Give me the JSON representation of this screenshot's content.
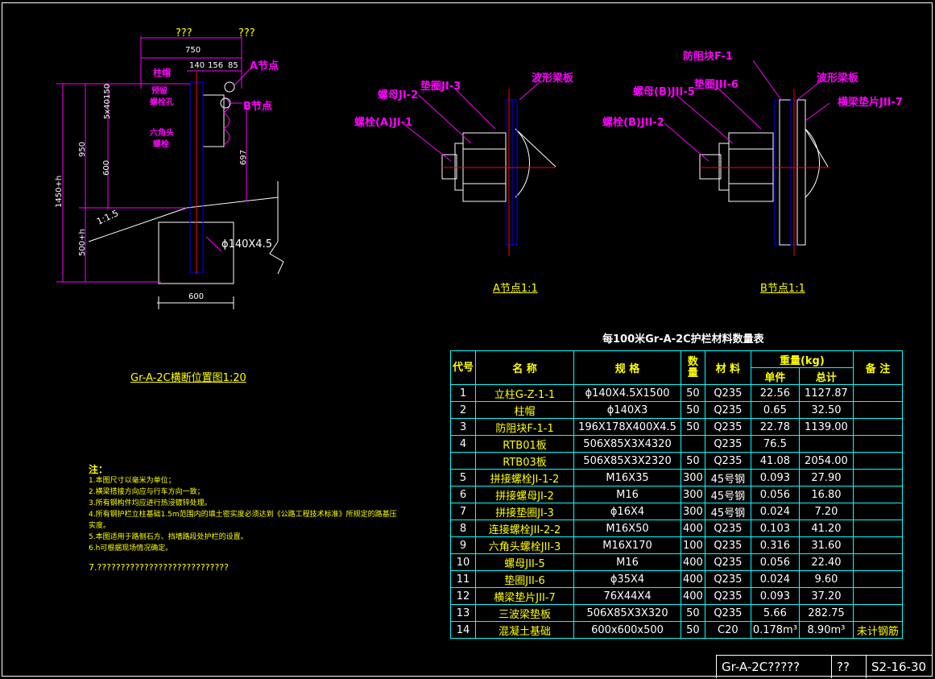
{
  "colors": {
    "background": "#000000",
    "outline": "#ffffff",
    "dimension": "#ff00ff",
    "annotation": "#ffff00",
    "table_border": "#00ffff",
    "centerline": "#ff0000",
    "post": "#0000ff"
  },
  "section": {
    "top_labels": [
      "???",
      "???"
    ],
    "dims": {
      "d750": "750",
      "d140": "140",
      "d156": "156",
      "d85": "85",
      "d5x40": "5x40150",
      "d950": "950",
      "d600v": "600",
      "d697": "697",
      "d1450": "1450+h",
      "d500": "500+h",
      "d600h": "600",
      "slope": "1:1.5",
      "pipe": "ϕ140X4.5"
    },
    "callouts": {
      "cap": "柱帽",
      "hole1": "预留",
      "hole2": "螺栓孔",
      "hex1": "六角头",
      "hex2": "螺栓",
      "nodeA": "A节点",
      "nodeB": "B节点"
    },
    "title": "Gr-A-2C横断位置图1:20"
  },
  "detailA": {
    "labels": {
      "washer": "垫圈JI-3",
      "nut": "螺母JI-2",
      "wave": "波形梁板",
      "bolt": "螺栓(A)JI-1"
    },
    "title": "A节点1:1"
  },
  "detailB": {
    "labels": {
      "block": "防阻块F-1",
      "washer": "垫圈JII-6",
      "nut": "螺母(B)JII-5",
      "wave": "波形梁板",
      "pad": "横梁垫片JII-7",
      "bolt": "螺栓(B)JII-2"
    },
    "title": "B节点1:1"
  },
  "notes": {
    "head": "注：",
    "lines": [
      "1.本图尺寸以毫米为单位；",
      "2.横梁搭接方向应与行车方向一致；",
      "3.所有钢构件均应进行热浸镀锌处理。",
      "4.所有钢护栏立柱基础1.5m范围内的填土密实度必须达到《公路工程技术标准》所规定的路基压",
      "实度。",
      "5.本图适用于路侧石方、挡墙路段处护栏的设置。",
      "6.h可根据现场情况确定。",
      "",
      "7.????????????????????????????"
    ]
  },
  "table": {
    "title": "每100米Gr-A-2C护栏材料数量表",
    "headers": {
      "code": "代号",
      "name": "名 称",
      "spec": "规 格",
      "qty": "数量",
      "material": "材 料",
      "weight": "重量(kg)",
      "unit": "单件",
      "total": "总计",
      "remark": "备 注"
    },
    "rows": [
      {
        "code": "1",
        "name": "立柱G-Z-1-1",
        "spec": "ϕ140X4.5X1500",
        "qty": "50",
        "material": "Q235",
        "unit": "22.56",
        "total": "1127.87",
        "remark": ""
      },
      {
        "code": "2",
        "name": "柱帽",
        "spec": "ϕ140X3",
        "qty": "50",
        "material": "Q235",
        "unit": "0.65",
        "total": "32.50",
        "remark": ""
      },
      {
        "code": "3",
        "name": "防阻块F-1-1",
        "spec": "196X178X400X4.5",
        "qty": "50",
        "material": "Q235",
        "unit": "22.78",
        "total": "1139.00",
        "remark": ""
      },
      {
        "code": "4",
        "name": "RTB01板",
        "spec": "506X85X3X4320",
        "qty": "",
        "material": "Q235",
        "unit": "76.5",
        "total": "",
        "remark": ""
      },
      {
        "code": "",
        "name": "RTB03板",
        "spec": "506X85X3X2320",
        "qty": "50",
        "material": "Q235",
        "unit": "41.08",
        "total": "2054.00",
        "remark": ""
      },
      {
        "code": "5",
        "name": "拼接螺栓JI-1-2",
        "spec": "M16X35",
        "qty": "300",
        "material": "45号钢",
        "unit": "0.093",
        "total": "27.90",
        "remark": ""
      },
      {
        "code": "6",
        "name": "拼接螺母JI-2",
        "spec": "M16",
        "qty": "300",
        "material": "45号钢",
        "unit": "0.056",
        "total": "16.80",
        "remark": ""
      },
      {
        "code": "7",
        "name": "拼接垫圈JI-3",
        "spec": "ϕ16X4",
        "qty": "300",
        "material": "45号钢",
        "unit": "0.024",
        "total": "7.20",
        "remark": ""
      },
      {
        "code": "8",
        "name": "连接螺栓JII-2-2",
        "spec": "M16X50",
        "qty": "400",
        "material": "Q235",
        "unit": "0.103",
        "total": "41.20",
        "remark": ""
      },
      {
        "code": "9",
        "name": "六角头螺栓JII-3",
        "spec": "M16X170",
        "qty": "100",
        "material": "Q235",
        "unit": "0.316",
        "total": "31.60",
        "remark": ""
      },
      {
        "code": "10",
        "name": "螺母JII-5",
        "spec": "M16",
        "qty": "400",
        "material": "Q235",
        "unit": "0.056",
        "total": "22.40",
        "remark": ""
      },
      {
        "code": "11",
        "name": "垫圈JII-6",
        "spec": "ϕ35X4",
        "qty": "400",
        "material": "Q235",
        "unit": "0.024",
        "total": "9.60",
        "remark": ""
      },
      {
        "code": "12",
        "name": "横梁垫片JII-7",
        "spec": "76X44X4",
        "qty": "400",
        "material": "Q235",
        "unit": "0.093",
        "total": "37.20",
        "remark": ""
      },
      {
        "code": "13",
        "name": "三波梁垫板",
        "spec": "506X85X3X320",
        "qty": "50",
        "material": "Q235",
        "unit": "5.66",
        "total": "282.75",
        "remark": ""
      },
      {
        "code": "14",
        "name": "混凝土基础",
        "spec": "600x600x500",
        "qty": "50",
        "material": "C20",
        "unit": "0.178m³",
        "total": "8.90m³",
        "remark": "未计钢筋"
      }
    ]
  },
  "titleblock": {
    "name": "Gr-A-2C?????",
    "sheet": "??",
    "number": "S2-16-30"
  }
}
